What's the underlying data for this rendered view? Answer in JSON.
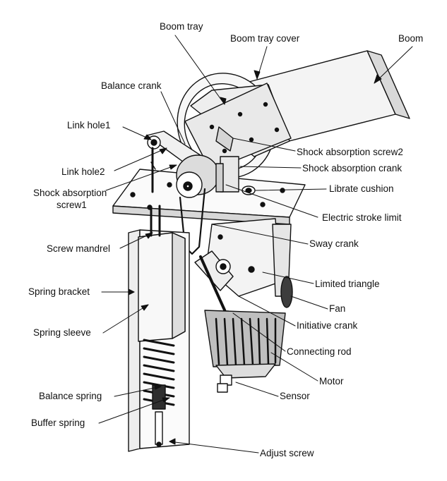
{
  "labels": {
    "boom_tray": "Boom tray",
    "boom_tray_cover": "Boom tray cover",
    "boom": "Boom",
    "balance_crank": "Balance crank",
    "link_hole1": "Link hole1",
    "link_hole2": "Link hole2",
    "shock_absorption_screw2": "Shock absorption screw2",
    "shock_absorption_crank": "Shock absorption crank",
    "shock_absorption_screw1_line1": "Shock absorption",
    "shock_absorption_screw1_line2": "screw1",
    "librate_cushion": "Librate cushion",
    "electric_stroke_limit": "Electric stroke limit",
    "screw_mandrel": "Screw mandrel",
    "sway_crank": "Sway crank",
    "spring_bracket": "Spring bracket",
    "limited_triangle": "Limited triangle",
    "fan": "Fan",
    "spring_sleeve": "Spring sleeve",
    "initiative_crank": "Initiative crank",
    "connecting_rod": "Connecting rod",
    "motor": "Motor",
    "balance_spring": "Balance spring",
    "sensor": "Sensor",
    "buffer_spring": "Buffer spring",
    "adjust_screw": "Adjust screw"
  },
  "colors": {
    "line": "#111111",
    "fill_light": "#f2f2f2",
    "fill_mid": "#d9d9d9",
    "fill_dark": "#4a4a4a"
  }
}
